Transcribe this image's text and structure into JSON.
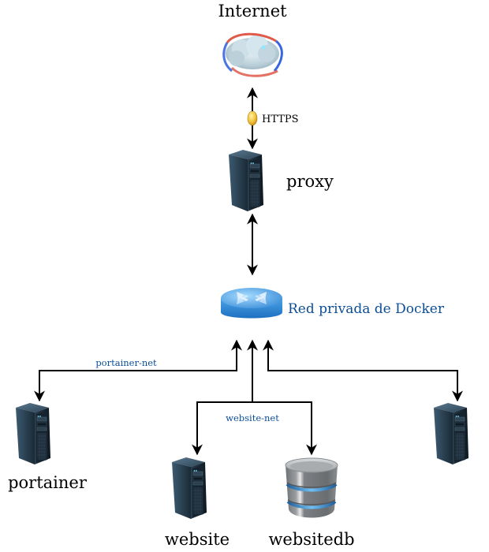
{
  "nodes": {
    "internet": {
      "label": "Internet",
      "icon": "cloud-globe-icon"
    },
    "proxy": {
      "label": "proxy",
      "icon": "server-tower-icon"
    },
    "docker_network": {
      "label": "Red privada de Docker",
      "icon": "router-icon",
      "label_color": "#0c4e96"
    },
    "portainer": {
      "label": "portainer",
      "icon": "server-tower-icon"
    },
    "website": {
      "label": "website",
      "icon": "server-tower-icon"
    },
    "websitedb": {
      "label": "websitedb",
      "icon": "database-icon"
    },
    "unnamed_server": {
      "label": "",
      "icon": "server-tower-icon"
    }
  },
  "edges": {
    "internet_proxy": {
      "label": "HTTPS",
      "icon": "lock-coin-icon",
      "bidirectional": true
    },
    "proxy_network": {
      "label": "",
      "bidirectional": true
    },
    "portainer_net": {
      "label": "portainer-net"
    },
    "website_net": {
      "label": "website-net"
    },
    "right_net": {
      "label": ""
    }
  },
  "colors": {
    "line": "#000000",
    "network_label": "#0c4e96"
  }
}
